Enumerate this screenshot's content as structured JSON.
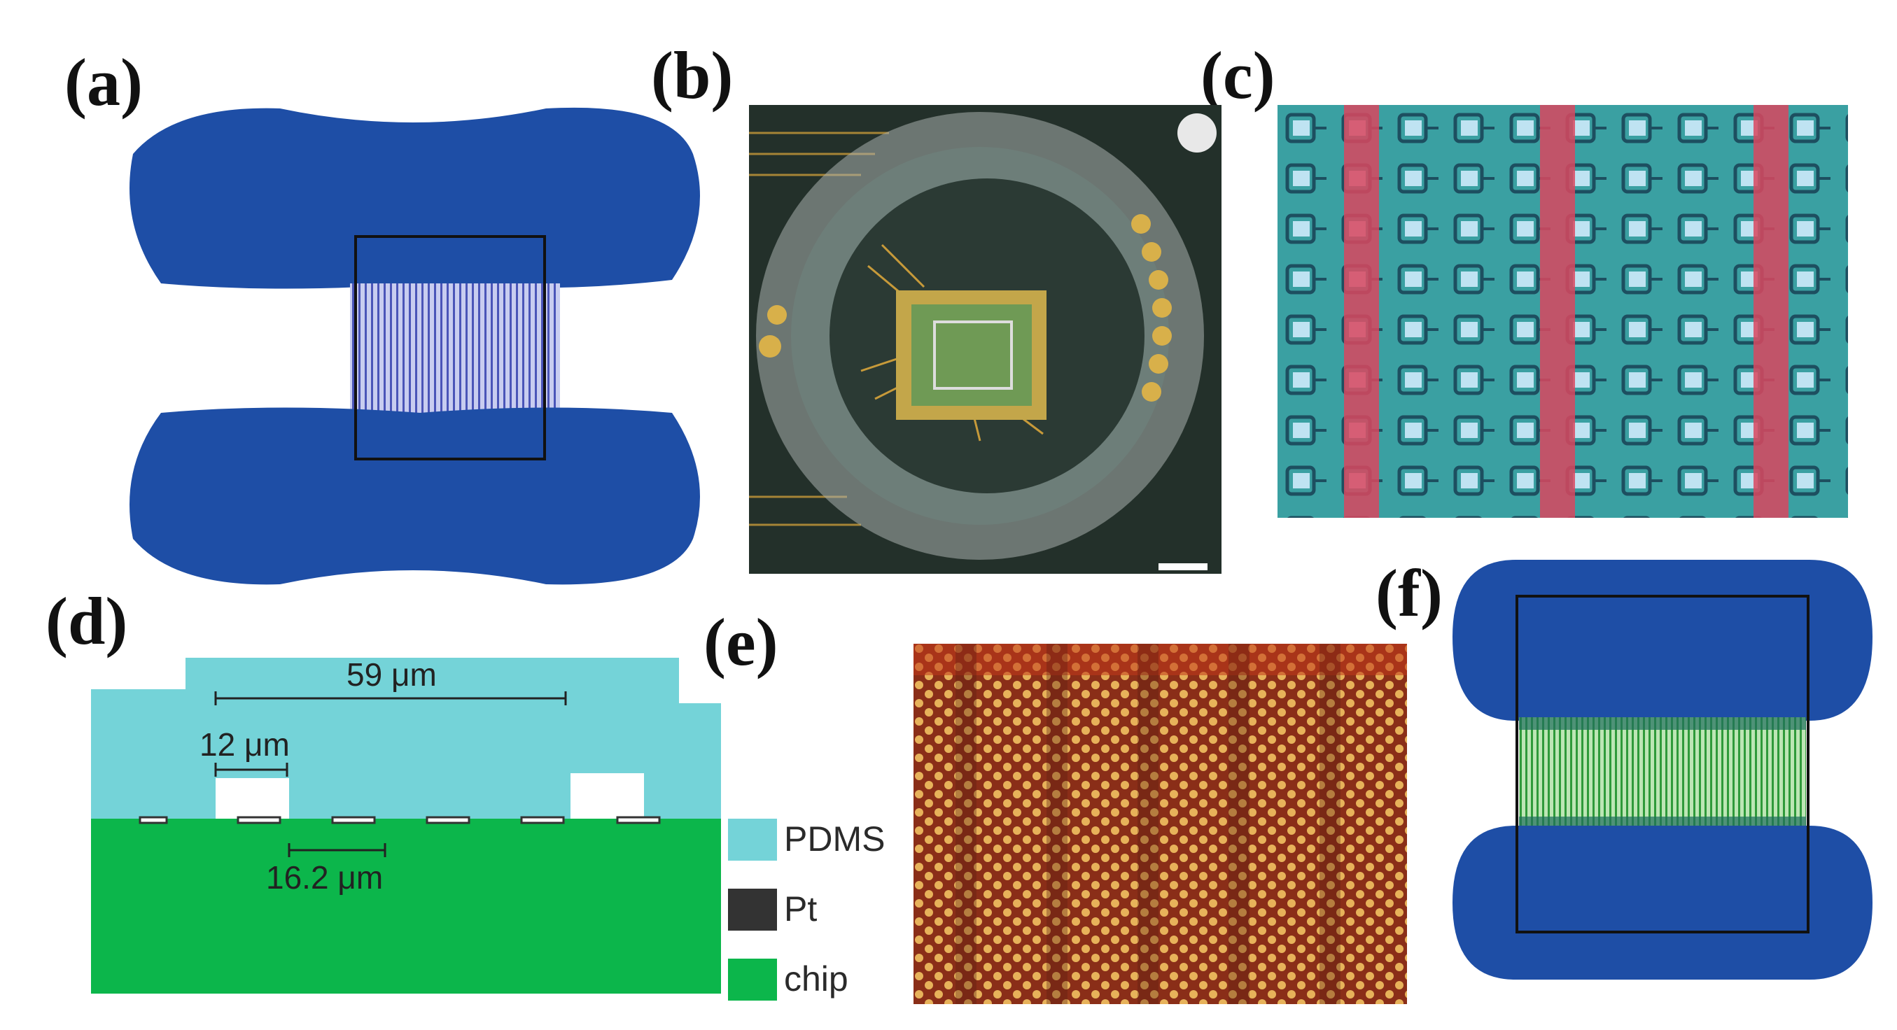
{
  "panels": {
    "a": {
      "label": "(a)"
    },
    "b": {
      "label": "(b)"
    },
    "c": {
      "label": "(c)"
    },
    "d": {
      "label": "(d)"
    },
    "e": {
      "label": "(e)"
    },
    "f": {
      "label": "(f)"
    }
  },
  "cross_section": {
    "dim_59": "59 μm",
    "dim_12": "12 μm",
    "dim_16": "16.2 μm"
  },
  "legend": [
    {
      "label": "PDMS",
      "color": "#74d3d8"
    },
    {
      "label": "Pt",
      "color": "#333333"
    },
    {
      "label": "chip",
      "color": "#0cb64b"
    }
  ],
  "colors": {
    "electrode_blue": "#1e4ea6",
    "chip_green": "#0cb64b",
    "pdms_cyan": "#74d3d8",
    "channel_red": "#d9475f",
    "array_teal": "#3aa0a2"
  }
}
